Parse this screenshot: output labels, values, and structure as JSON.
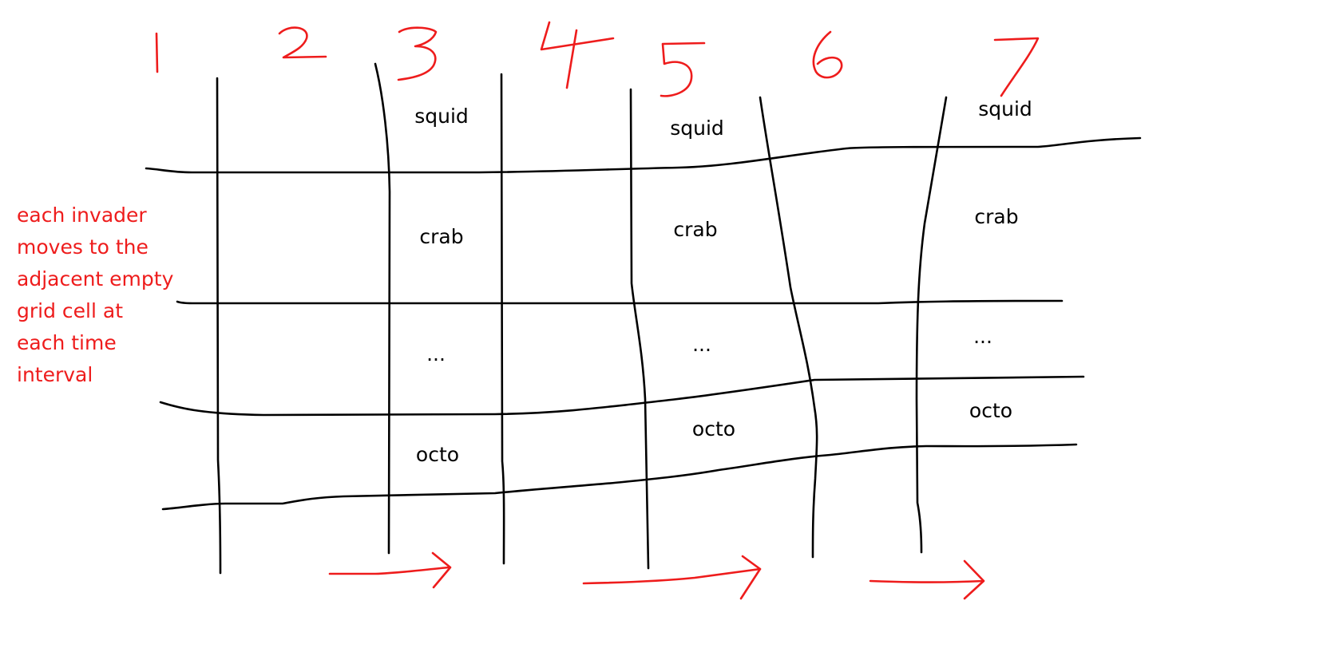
{
  "colors": {
    "ink": "#000000",
    "annotation": "#ee1c1c",
    "background": "#ffffff"
  },
  "column_numbers": [
    "1",
    "2",
    "3",
    "4",
    "5",
    "6",
    "7"
  ],
  "columns": [
    {
      "number": "3",
      "cells": [
        "squid",
        "crab",
        "...",
        "octo"
      ]
    },
    {
      "number": "5",
      "cells": [
        "squid",
        "crab",
        "...",
        "octo"
      ]
    },
    {
      "number": "7",
      "cells": [
        "squid",
        "crab",
        "...",
        "octo"
      ]
    }
  ],
  "note": {
    "lines": [
      "each invader",
      "moves to the",
      "adjacent empty",
      "grid cell at",
      "each time",
      "interval"
    ]
  },
  "arrows": [
    "direction-right",
    "direction-right",
    "direction-right"
  ]
}
